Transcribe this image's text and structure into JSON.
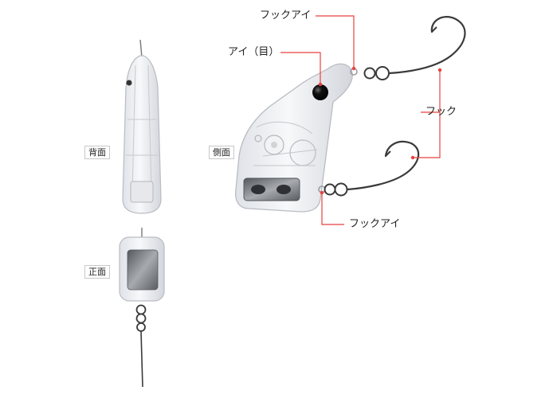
{
  "view_labels": {
    "back": "背面",
    "side": "側面",
    "front": "正面"
  },
  "callouts": {
    "hook_eye_top": "フックアイ",
    "eye": "アイ（目）",
    "hook": "フック",
    "hook_eye_bottom": "フックアイ"
  },
  "colors": {
    "leader": "#e8423f",
    "body_outline": "#b9bcc2",
    "body_fill": "#eef0f3",
    "hook_metal": "#3a3a3a",
    "eye_ball": "#111111",
    "plate": "#7d8085"
  }
}
